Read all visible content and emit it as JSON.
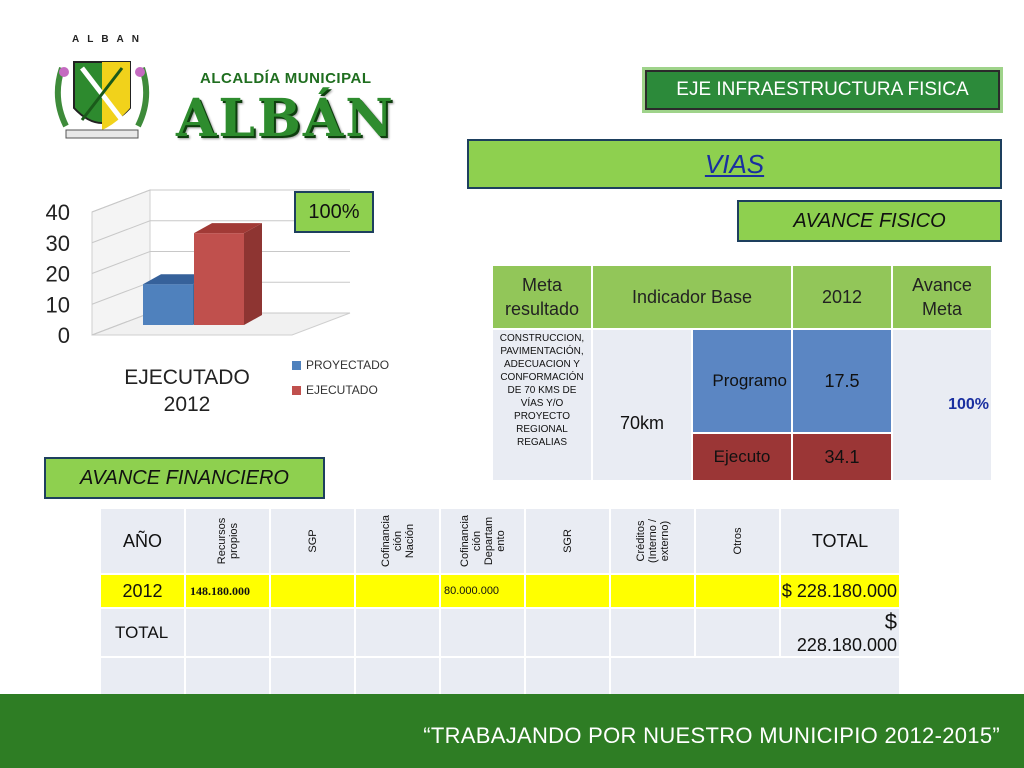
{
  "header": {
    "crest_letters": "ALBAN",
    "brand_subtitle": "ALCALDÍA MUNICIPAL",
    "brand_name": "ALBÁN",
    "axis_label": "EJE INFRAESTRUCTURA FISICA"
  },
  "section_title": "VIAS",
  "avance_fisico_label": "AVANCE  FISICO",
  "percent_badge": "100%",
  "chart_data": {
    "type": "bar",
    "categories": [
      "EJECUTADO 2012"
    ],
    "series": [
      {
        "name": "PROYECTADO",
        "values": [
          17.5
        ],
        "color": "#4f81bd"
      },
      {
        "name": "EJECUTADO",
        "values": [
          34.1
        ],
        "color": "#c0504d"
      }
    ],
    "yticks": [
      "0",
      "10",
      "20",
      "30",
      "40"
    ],
    "ylim": [
      0,
      40
    ],
    "category_label_line1": "EJECUTADO",
    "category_label_line2": "2012"
  },
  "physical_table": {
    "headers": [
      "Meta resultado",
      "Indicador Base",
      "2012",
      "Avance Meta"
    ],
    "description": "CONSTRUCCION, PAVIMENTACIÓN, ADECUACION  Y CONFORMACIÓN DE 70 KMS DE VÍAS Y/O PROYECTO REGIONAL REGALIAS",
    "base": "70km",
    "programo_label": "Programo",
    "programo_value": "17.5",
    "ejecuto_label": "Ejecuto",
    "ejecuto_value": "34.1",
    "avance_meta": "100%"
  },
  "avance_financiero_label": "AVANCE  FINANCIERO",
  "finance_table": {
    "headers": [
      "AÑO",
      "Recursos\npropios",
      "SGP",
      "Cofinancia\nción\nNación",
      "Cofinancia\nción\nDepartam\nento",
      "SGR",
      "Créditos\n(Interno /\nexterno)",
      "Otros",
      "TOTAL"
    ],
    "row_2012": {
      "year": "2012",
      "recursos_propios": "148.180.000",
      "cofinanciacion_departamento": "80.000.000",
      "currency": "$",
      "total": "228.180.000"
    },
    "row_total": {
      "label": "TOTAL",
      "currency": "$",
      "total": "228.180.000"
    }
  },
  "footer_text": "“TRABAJANDO POR NUESTRO MUNICIPIO 2012-2015”",
  "colors": {
    "green_box": "#8ed04f",
    "dark_green": "#2e7d24",
    "blue_bar": "#4f81bd",
    "red_bar": "#c0504d",
    "highlight_yellow": "#ffff00"
  }
}
